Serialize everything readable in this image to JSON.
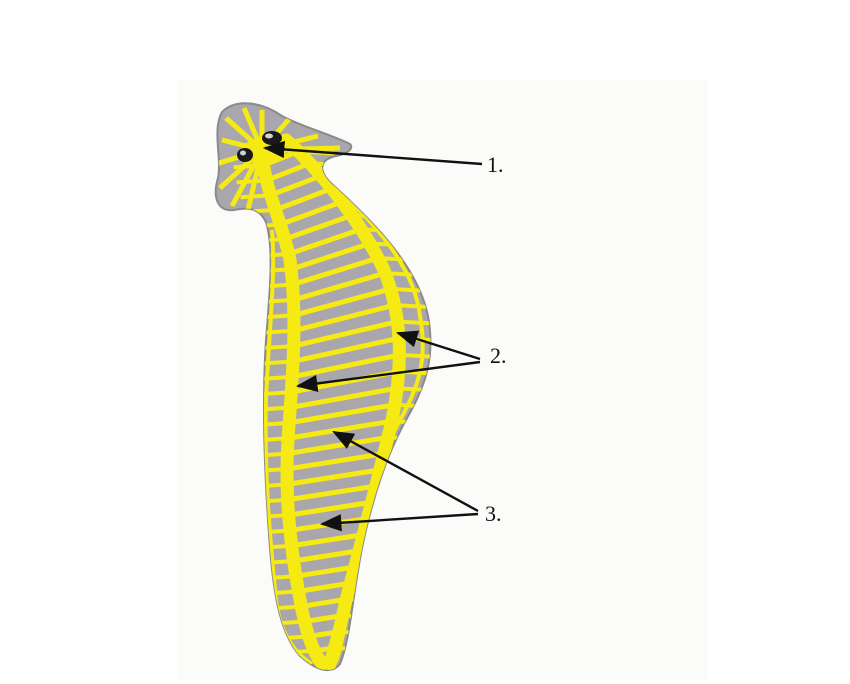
{
  "diagram": {
    "labels": [
      {
        "id": "label-1",
        "text": "1."
      },
      {
        "id": "label-2",
        "text": "2."
      },
      {
        "id": "label-3",
        "text": "3."
      }
    ]
  },
  "colors": {
    "body_fill": "#a9a7ad",
    "nerve_yellow": "#f5ea12",
    "outline": "#8a8a8a",
    "arrow": "#111111",
    "eye": "#1a1a1a"
  }
}
